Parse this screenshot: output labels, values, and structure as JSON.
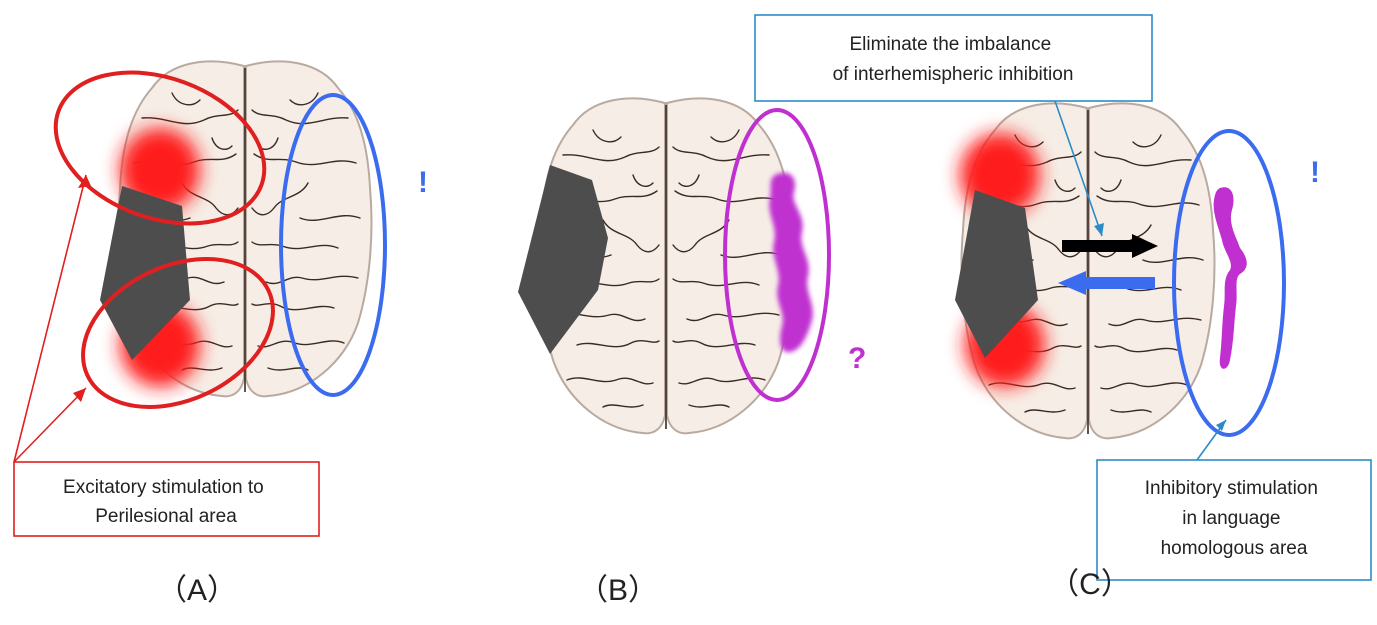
{
  "panels": [
    {
      "id": "A",
      "label": "（A）",
      "mark": "!"
    },
    {
      "id": "B",
      "label": "（B）",
      "mark": "?"
    },
    {
      "id": "C",
      "label": "（C）",
      "mark": "!"
    }
  ],
  "callouts": {
    "excitatory": [
      "Excitatory stimulation to",
      "Perilesional area"
    ],
    "imbalance": [
      "Eliminate the imbalance",
      "of interhemispheric inhibition"
    ],
    "inhibitory": [
      "Inhibitory stimulation",
      "in language",
      "homologous area"
    ]
  },
  "colors": {
    "brain_fill": "#f6eee6",
    "brain_outline": "#b9aaa0",
    "lesion": "#4d4d4d",
    "excitatory": "#ff1a1a",
    "inhibitory": "#3b6cf0",
    "plastic": "#c030d0",
    "arrow_black": "#000000",
    "callout_blue_border": "#2c8bc7",
    "callout_red_border": "#e02020"
  }
}
